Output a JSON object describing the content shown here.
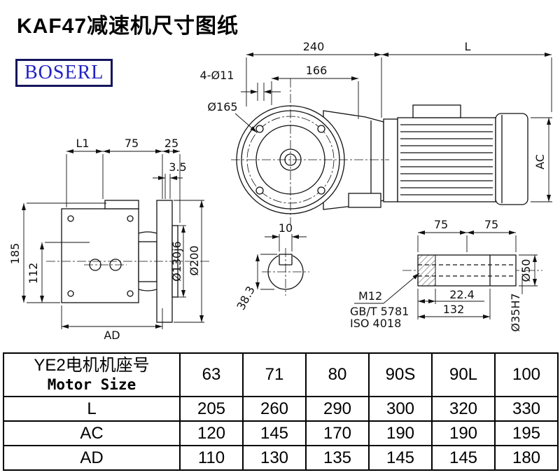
{
  "page": {
    "title": "KAF47减速机尺寸图纸",
    "brand": "BOSERL"
  },
  "drawing": {
    "front": {
      "width": "240",
      "inner_width": "166",
      "holes": "4-Ø11",
      "bolt_circle": "Ø165",
      "motor_length": "L",
      "motor_height": "AC"
    },
    "side": {
      "l1": "L1",
      "d75": "75",
      "d25": "25",
      "d3_5": "3.5",
      "d185": "185",
      "d112": "112",
      "ad": "AD",
      "spigot": "Ø130j6",
      "flange": "Ø200"
    },
    "shaft_section": {
      "key_width": "10",
      "key_depth": "38.3"
    },
    "shaft_detail": {
      "len1": "75",
      "len2": "75",
      "d22_4": "22.4",
      "d132": "132",
      "d50": "Ø50",
      "bore": "Ø35H7",
      "thread": "M12",
      "std1": "GB/T 5781",
      "std2": "ISO 4018"
    }
  },
  "table": {
    "header": {
      "line1": "YE2电机机座号",
      "line2": "Motor Size"
    },
    "columns": [
      "63",
      "71",
      "80",
      "90S",
      "90L",
      "100"
    ],
    "rows": [
      {
        "label": "L",
        "values": [
          "205",
          "260",
          "290",
          "300",
          "320",
          "330"
        ]
      },
      {
        "label": "AC",
        "values": [
          "120",
          "145",
          "170",
          "190",
          "190",
          "195"
        ]
      },
      {
        "label": "AD",
        "values": [
          "110",
          "130",
          "135",
          "145",
          "145",
          "180"
        ]
      }
    ]
  }
}
